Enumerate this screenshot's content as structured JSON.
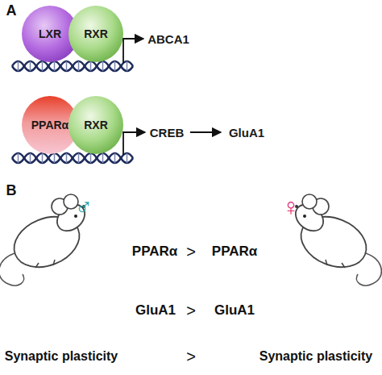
{
  "diagram": {
    "nodes": [
      {
        "text": [
          "LXR"
        ]
      },
      {
        "text": [
          "RXR"
        ]
      },
      {
        "text": [
          "ABCA1"
        ]
      },
      {
        "text": [
          "PPARα"
        ]
      },
      {
        "text": [
          "RXR"
        ]
      },
      {
        "text": [
          "CREB"
        ]
      },
      {
        "text": [
          "GluA1"
        ]
      }
    ],
    "edges": [
      {
        "from": 1,
        "to": 2,
        "arrow": "to"
      },
      {
        "from": 4,
        "to": 5,
        "arrow": "to"
      },
      {
        "from": 5,
        "to": 6,
        "arrow": "to"
      }
    ],
    "labels": [
      "A",
      "B",
      "♂",
      "♀",
      "PPARα",
      ">",
      "PPARα",
      "GluA1",
      ">",
      "GluA1",
      "Synaptic plasticity",
      ">",
      "Synaptic plasticity"
    ]
  }
}
